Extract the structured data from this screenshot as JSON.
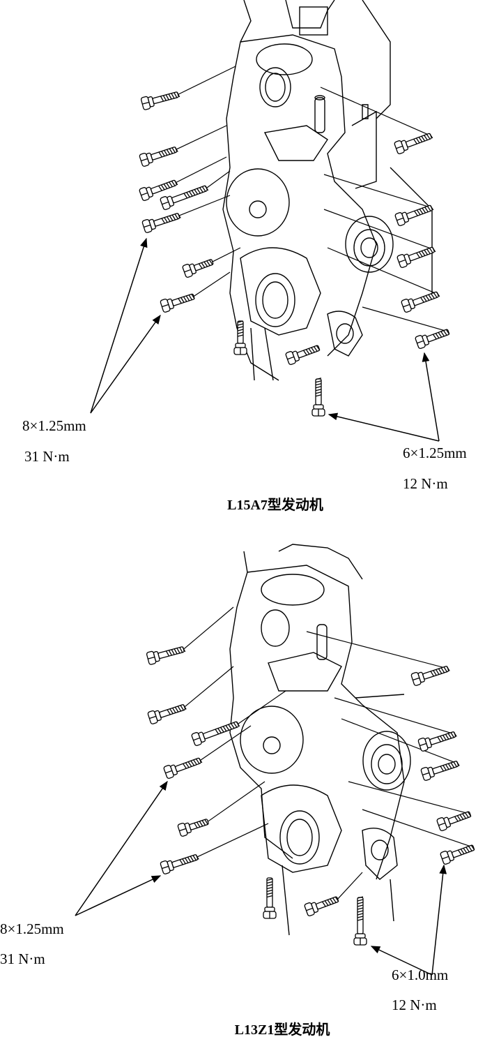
{
  "figures": [
    {
      "title": "L15A7型发动机",
      "left_callout": {
        "size": "8×1.25mm",
        "torque": "31 N·m"
      },
      "right_callout": {
        "size": "6×1.25mm",
        "torque": "12 N·m"
      }
    },
    {
      "title": "L13Z1型发动机",
      "left_callout": {
        "size": "8×1.25mm",
        "torque": "31 N·m"
      },
      "right_callout": {
        "size": "6×1.0mm",
        "torque": "12 N·m"
      }
    }
  ],
  "colors": {
    "line": "#000000",
    "background": "#ffffff"
  }
}
